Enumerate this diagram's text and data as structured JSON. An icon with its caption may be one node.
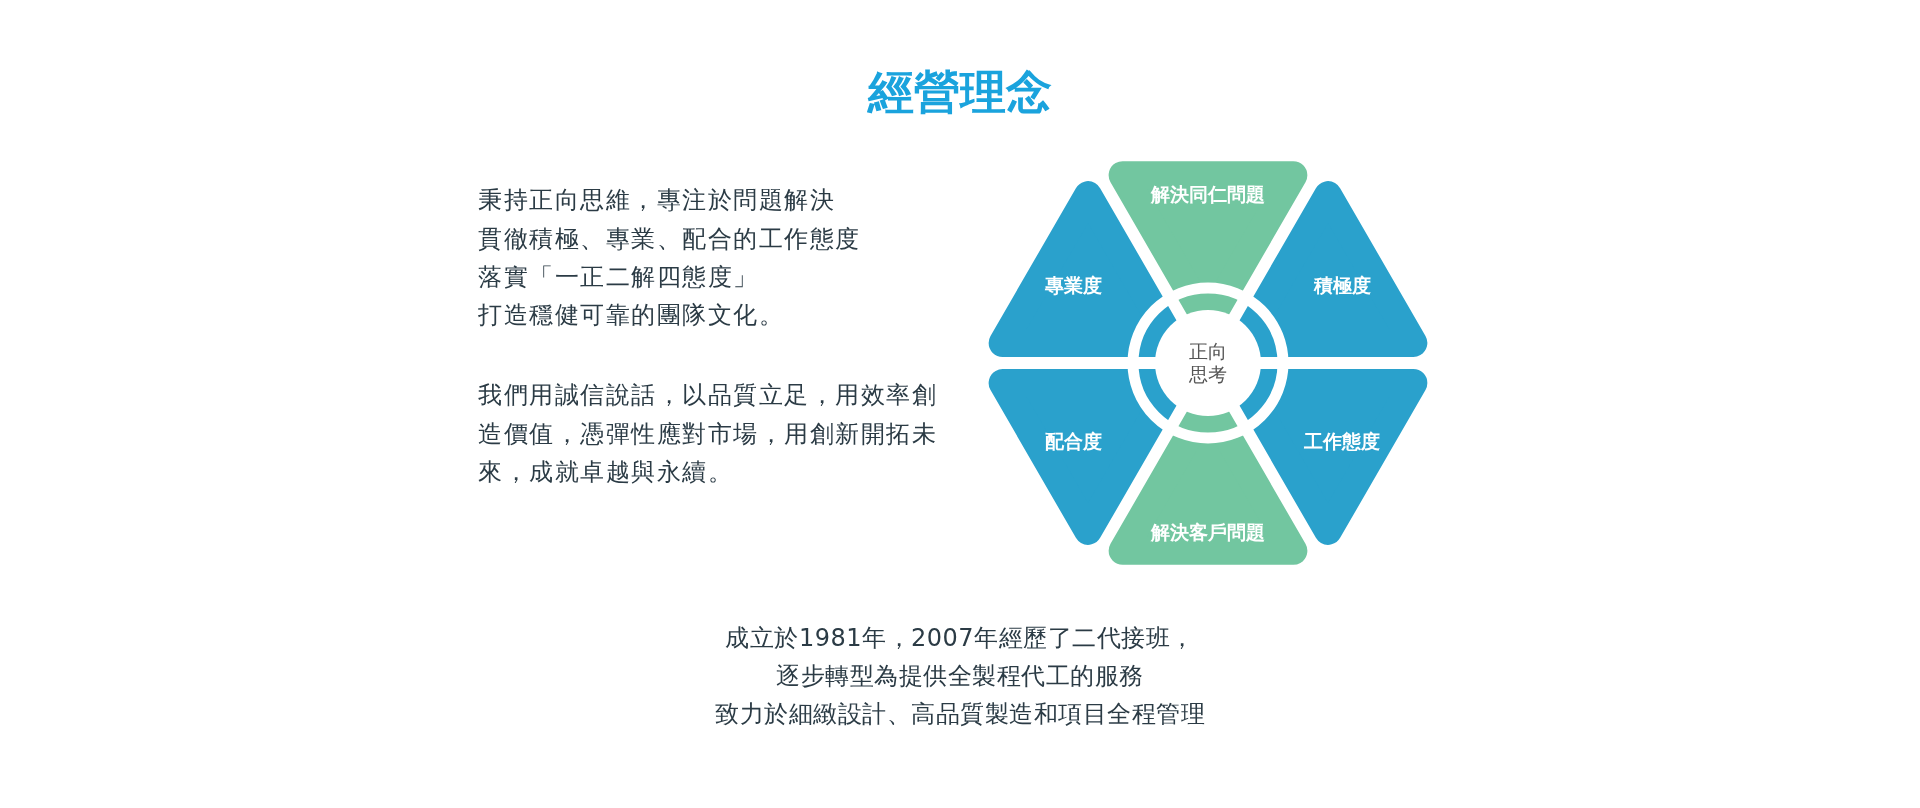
{
  "diagram": {
    "title": "經營理念",
    "nodes": [
      {
        "text": [
          "解決同仁問題"
        ]
      },
      {
        "text": [
          "專業度"
        ]
      },
      {
        "text": [
          "積極度"
        ]
      },
      {
        "text": [
          "正向思考"
        ]
      },
      {
        "text": [
          "配合度"
        ]
      },
      {
        "text": [
          "工作態度"
        ]
      },
      {
        "text": [
          "解決客戶問題"
        ]
      }
    ],
    "edges": [],
    "labels": [
      "秉持正向思維，專注於問題解決",
      "貫徹積極、專業、配合的工作態度",
      "落實「一正二解四態度」",
      "打造穩健可靠的團隊文化。",
      "我們用誠信說話，以品質立足，用效率創造價值，憑彈性應對市場，用創新開拓未來，成就卓越與永續。",
      "成立於1981年，2007年經歷了二代接班，",
      "逐步轉型為提供全製程代工的服務",
      "致力於細緻設計、高品質製造和項目全程管理"
    ]
  }
}
